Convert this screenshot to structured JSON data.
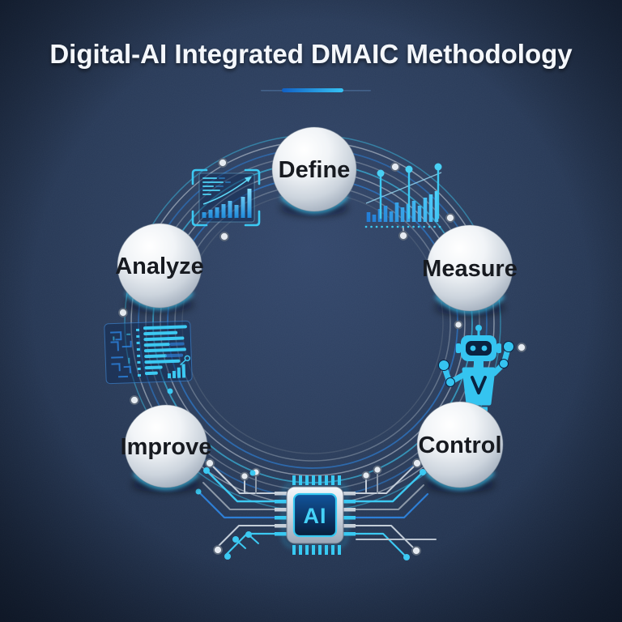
{
  "title": "Digital-AI Integrated DMAIC Methodology",
  "phases": [
    {
      "id": "define",
      "label": "Define"
    },
    {
      "id": "measure",
      "label": "Measure"
    },
    {
      "id": "control",
      "label": "Control"
    },
    {
      "id": "improve",
      "label": "Improve"
    },
    {
      "id": "analyze",
      "label": "Analyze"
    }
  ],
  "chip": {
    "label": "AI"
  },
  "icons": [
    {
      "name": "analytics-dashboard-icon",
      "meaning": "framed dashboard with rising bar chart and trend line"
    },
    {
      "name": "bar-chart-growth-icon",
      "meaning": "growing bar chart with lollipop markers and dotted baseline"
    },
    {
      "name": "data-code-panel-icon",
      "meaning": "translucent data panel with circuit maze, code lines and mini bar chart"
    },
    {
      "name": "ai-robot-icon",
      "meaning": "cyan robot with raised arms"
    },
    {
      "name": "ai-chip-icon",
      "meaning": "microprocessor chip labeled AI with circuit pins"
    }
  ],
  "colors": {
    "background": "#2a3c5a",
    "accent_blue": "#2e7fd6",
    "accent_cyan": "#3cc9f2",
    "silver_line": "#c2ccd8",
    "sphere": "#e9edf2",
    "title_text": "#f4f7fb",
    "label_text": "#171a20"
  }
}
